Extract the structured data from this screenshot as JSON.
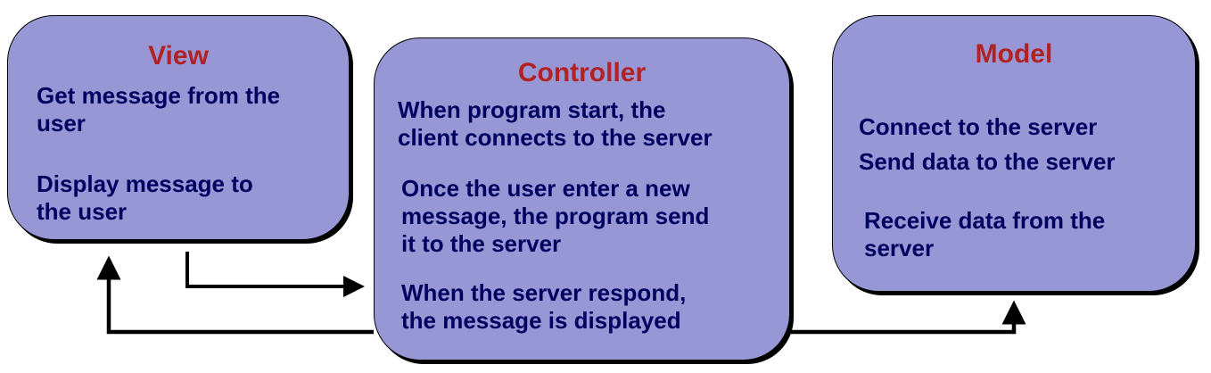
{
  "colors": {
    "box_fill": "#9797d6",
    "title": "#b22222",
    "text": "#000060",
    "arrow": "#000000"
  },
  "view": {
    "title": "View",
    "items": [
      {
        "lines": [
          "Get message from the",
          "user"
        ]
      },
      {
        "lines": [
          "Display message to",
          "the user"
        ]
      }
    ]
  },
  "controller": {
    "title": "Controller",
    "items": [
      {
        "lines": [
          "When program start, the",
          "client connects to the server"
        ]
      },
      {
        "lines": [
          "Once the user enter a new",
          "message, the program send",
          "it to the server"
        ]
      },
      {
        "lines": [
          "When the server respond,",
          "the message is displayed"
        ]
      }
    ]
  },
  "model": {
    "title": "Model",
    "items": [
      {
        "lines": [
          "Connect to the server"
        ]
      },
      {
        "lines": [
          "Send data to the server"
        ]
      },
      {
        "lines": [
          "Receive data from the",
          "server"
        ]
      }
    ]
  }
}
